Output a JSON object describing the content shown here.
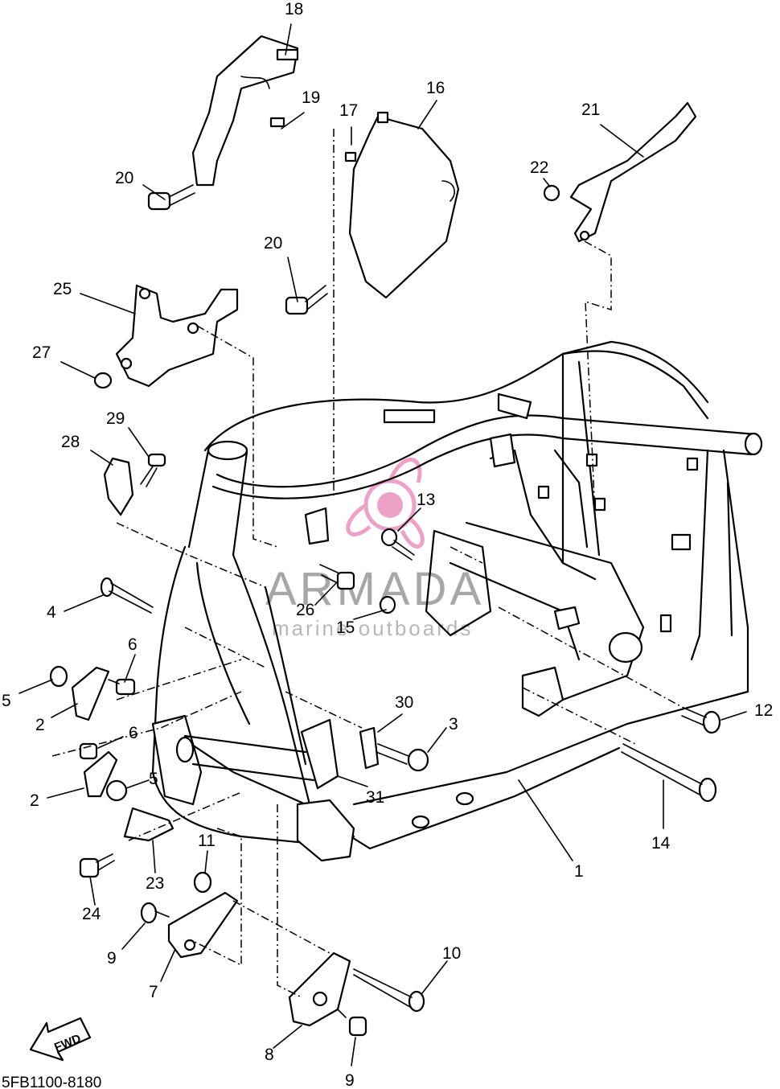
{
  "diagram": {
    "drawing_code": "5FB1100-8180",
    "direction_label": "FWD",
    "callouts": [
      "1",
      "2",
      "2",
      "3",
      "4",
      "5",
      "5",
      "6",
      "6",
      "7",
      "8",
      "9",
      "9",
      "10",
      "11",
      "12",
      "13",
      "14",
      "15",
      "16",
      "17",
      "18",
      "19",
      "20",
      "20",
      "21",
      "22",
      "23",
      "24",
      "25",
      "26",
      "27",
      "28",
      "29",
      "30",
      "31"
    ]
  },
  "watermark": {
    "brand": "ARMADA",
    "tagline": "marine outboards",
    "accent_color": "#e0559a",
    "text_color": "#8a8a8a"
  }
}
